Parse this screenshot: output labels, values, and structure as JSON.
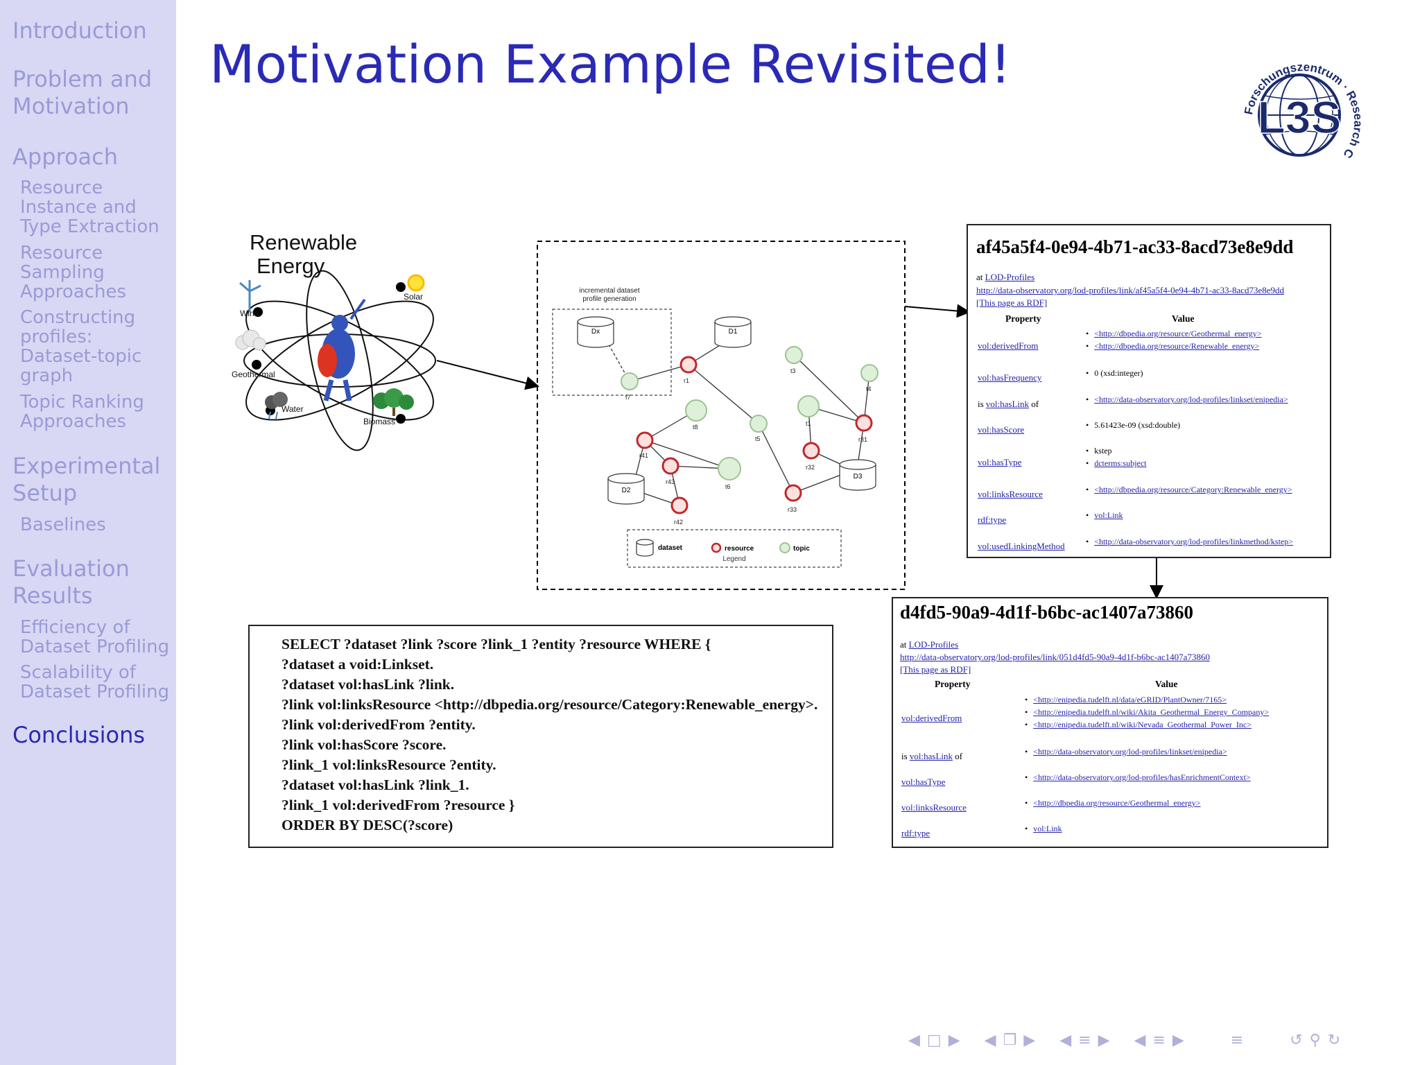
{
  "sidebar": {
    "sections": [
      {
        "label": "Introduction"
      },
      {
        "label": "Problem and Motivation"
      },
      {
        "label": "Approach"
      },
      {
        "label": "Experimental Setup"
      },
      {
        "label": "Evaluation Results"
      },
      {
        "label": "Conclusions"
      }
    ],
    "problem_l1": "Problem and",
    "problem_l2": "Motivation",
    "experimental_l1": "Experimental",
    "experimental_l2": "Setup",
    "evaluation_l1": "Evaluation",
    "evaluation_l2": "Results",
    "approach_subs": [
      [
        "Resource",
        "Instance and",
        "Type Extraction"
      ],
      [
        "Resource",
        "Sampling",
        "Approaches"
      ],
      [
        "Constructing",
        "profiles:",
        "Dataset-topic",
        "graph"
      ],
      [
        "Topic Ranking",
        "Approaches"
      ]
    ],
    "experimental_subs": [
      "Baselines"
    ],
    "evaluation_subs": [
      [
        "Efficiency of",
        "Dataset Profiling"
      ],
      [
        "Scalability of",
        "Dataset Profiling"
      ]
    ]
  },
  "slide": {
    "title": "Motivation Example Revisited!"
  },
  "logo": {
    "text": "L3S",
    "arc_text": "Forschungszentrum · Research Center"
  },
  "energy": {
    "title_l1": "Renewable",
    "title_l2": "Energy",
    "labels": [
      "Solar",
      "Wind",
      "Geothermal",
      "Water",
      "Biomass"
    ]
  },
  "graph": {
    "group_label_l1": "incremental dataset",
    "group_label_l2": "profile generation",
    "datasets": [
      "Dx",
      "D1",
      "D2",
      "D3"
    ],
    "resources": [
      "r1",
      "r41",
      "r43",
      "r42",
      "r32",
      "r31",
      "r33"
    ],
    "topics": [
      "t7",
      "t8",
      "t5",
      "t6",
      "t3",
      "t1",
      "t4"
    ],
    "legend": {
      "dataset": "dataset",
      "resource": "resource",
      "topic": "topic",
      "caption": "Legend"
    }
  },
  "panel1": {
    "uuid": "af45a5f4-0e94-4b71-ac33-8acd73e8e9dd",
    "at": "at",
    "source": "LOD-Profiles",
    "url": "http://data-observatory.org/lod-profiles/link/af45a5f4-0e94-4b71-ac33-8acd73e8e9dd",
    "rdf": "[This page as RDF]",
    "col_property": "Property",
    "col_value": "Value",
    "rows": [
      {
        "prop": "vol:derivedFrom",
        "vals": [
          "<http://dbpedia.org/resource/Geothermal_energy>",
          "<http://dbpedia.org/resource/Renewable_energy>"
        ]
      },
      {
        "prop": "vol:hasFrequency",
        "vals": [
          "0 (xsd:integer)"
        ]
      },
      {
        "prop_prefix": "is",
        "prop": "vol:hasLink",
        "prop_suffix": "of",
        "vals": [
          "<http://data-observatory.org/lod-profiles/linkset/enipedia>"
        ]
      },
      {
        "prop": "vol:hasScore",
        "vals": [
          "5.61423e-09 (xsd:double)"
        ]
      },
      {
        "prop": "vol:hasType",
        "vals": [
          "kstep",
          "dcterms:subject"
        ]
      },
      {
        "prop": "vol:linksResource",
        "vals": [
          "<http://dbpedia.org/resource/Category:Renewable_energy>"
        ]
      },
      {
        "prop": "rdf:type",
        "vals": [
          "vol:Link"
        ]
      },
      {
        "prop": "vol:usedLinkingMethod",
        "vals": [
          "<http://data-observatory.org/lod-profiles/linkmethod/kstep>"
        ]
      }
    ]
  },
  "panel2": {
    "uuid": "d4fd5-90a9-4d1f-b6bc-ac1407a73860",
    "at": "at",
    "source": "LOD-Profiles",
    "url": "http://data-observatory.org/lod-profiles/link/051d4fd5-90a9-4d1f-b6bc-ac1407a73860",
    "rdf": "[This page as RDF]",
    "col_property": "Property",
    "col_value": "Value",
    "rows": [
      {
        "prop": "vol:derivedFrom",
        "vals": [
          "<http://enipedia.tudelft.nl/data/eGRID/PlantOwner/7165>",
          "<http://enipedia.tudelft.nl/wiki/Akita_Geothermal_Energy_Company>",
          "<http://enipedia.tudelft.nl/wiki/Nevada_Geothermal_Power_Inc>"
        ]
      },
      {
        "prop_prefix": "is",
        "prop": "vol:hasLink",
        "prop_suffix": "of",
        "vals": [
          "<http://data-observatory.org/lod-profiles/linkset/enipedia>"
        ]
      },
      {
        "prop": "vol:hasType",
        "vals": [
          "<http://data-observatory.org/lod-profiles/hasEnrichmentContext>"
        ]
      },
      {
        "prop": "vol:linksResource",
        "vals": [
          "<http://dbpedia.org/resource/Geothermal_energy>"
        ]
      },
      {
        "prop": "rdf:type",
        "vals": [
          "vol:Link"
        ]
      }
    ]
  },
  "query": {
    "lines": [
      "SELECT ?dataset ?link ?score ?link_1 ?entity ?resource WHERE {",
      "?dataset a void:Linkset.",
      "?dataset vol:hasLink ?link.",
      "?link vol:linksResource <http://dbpedia.org/resource/Category:Renewable_energy>.",
      "?link vol:derivedFrom  ?entity.",
      "?link vol:hasScore ?score.",
      "?link_1 vol:linksResource ?entity.",
      "?dataset vol:hasLink ?link_1.",
      "?link_1 vol:derivedFrom  ?resource }",
      "ORDER BY DESC(?score)"
    ]
  },
  "nav": {
    "icons": [
      "nav-prev-frame-icon",
      "nav-frame-icon",
      "nav-next-frame-icon",
      "nav-prev-subsection-icon",
      "nav-subsection-icon",
      "nav-next-subsection-icon",
      "nav-prev-section-icon",
      "nav-section-icon",
      "nav-next-section-icon",
      "nav-prev-doc-icon",
      "nav-doc-icon",
      "nav-next-doc-icon",
      "nav-outline-icon",
      "nav-back-icon",
      "nav-search-icon",
      "nav-forward-icon"
    ]
  }
}
